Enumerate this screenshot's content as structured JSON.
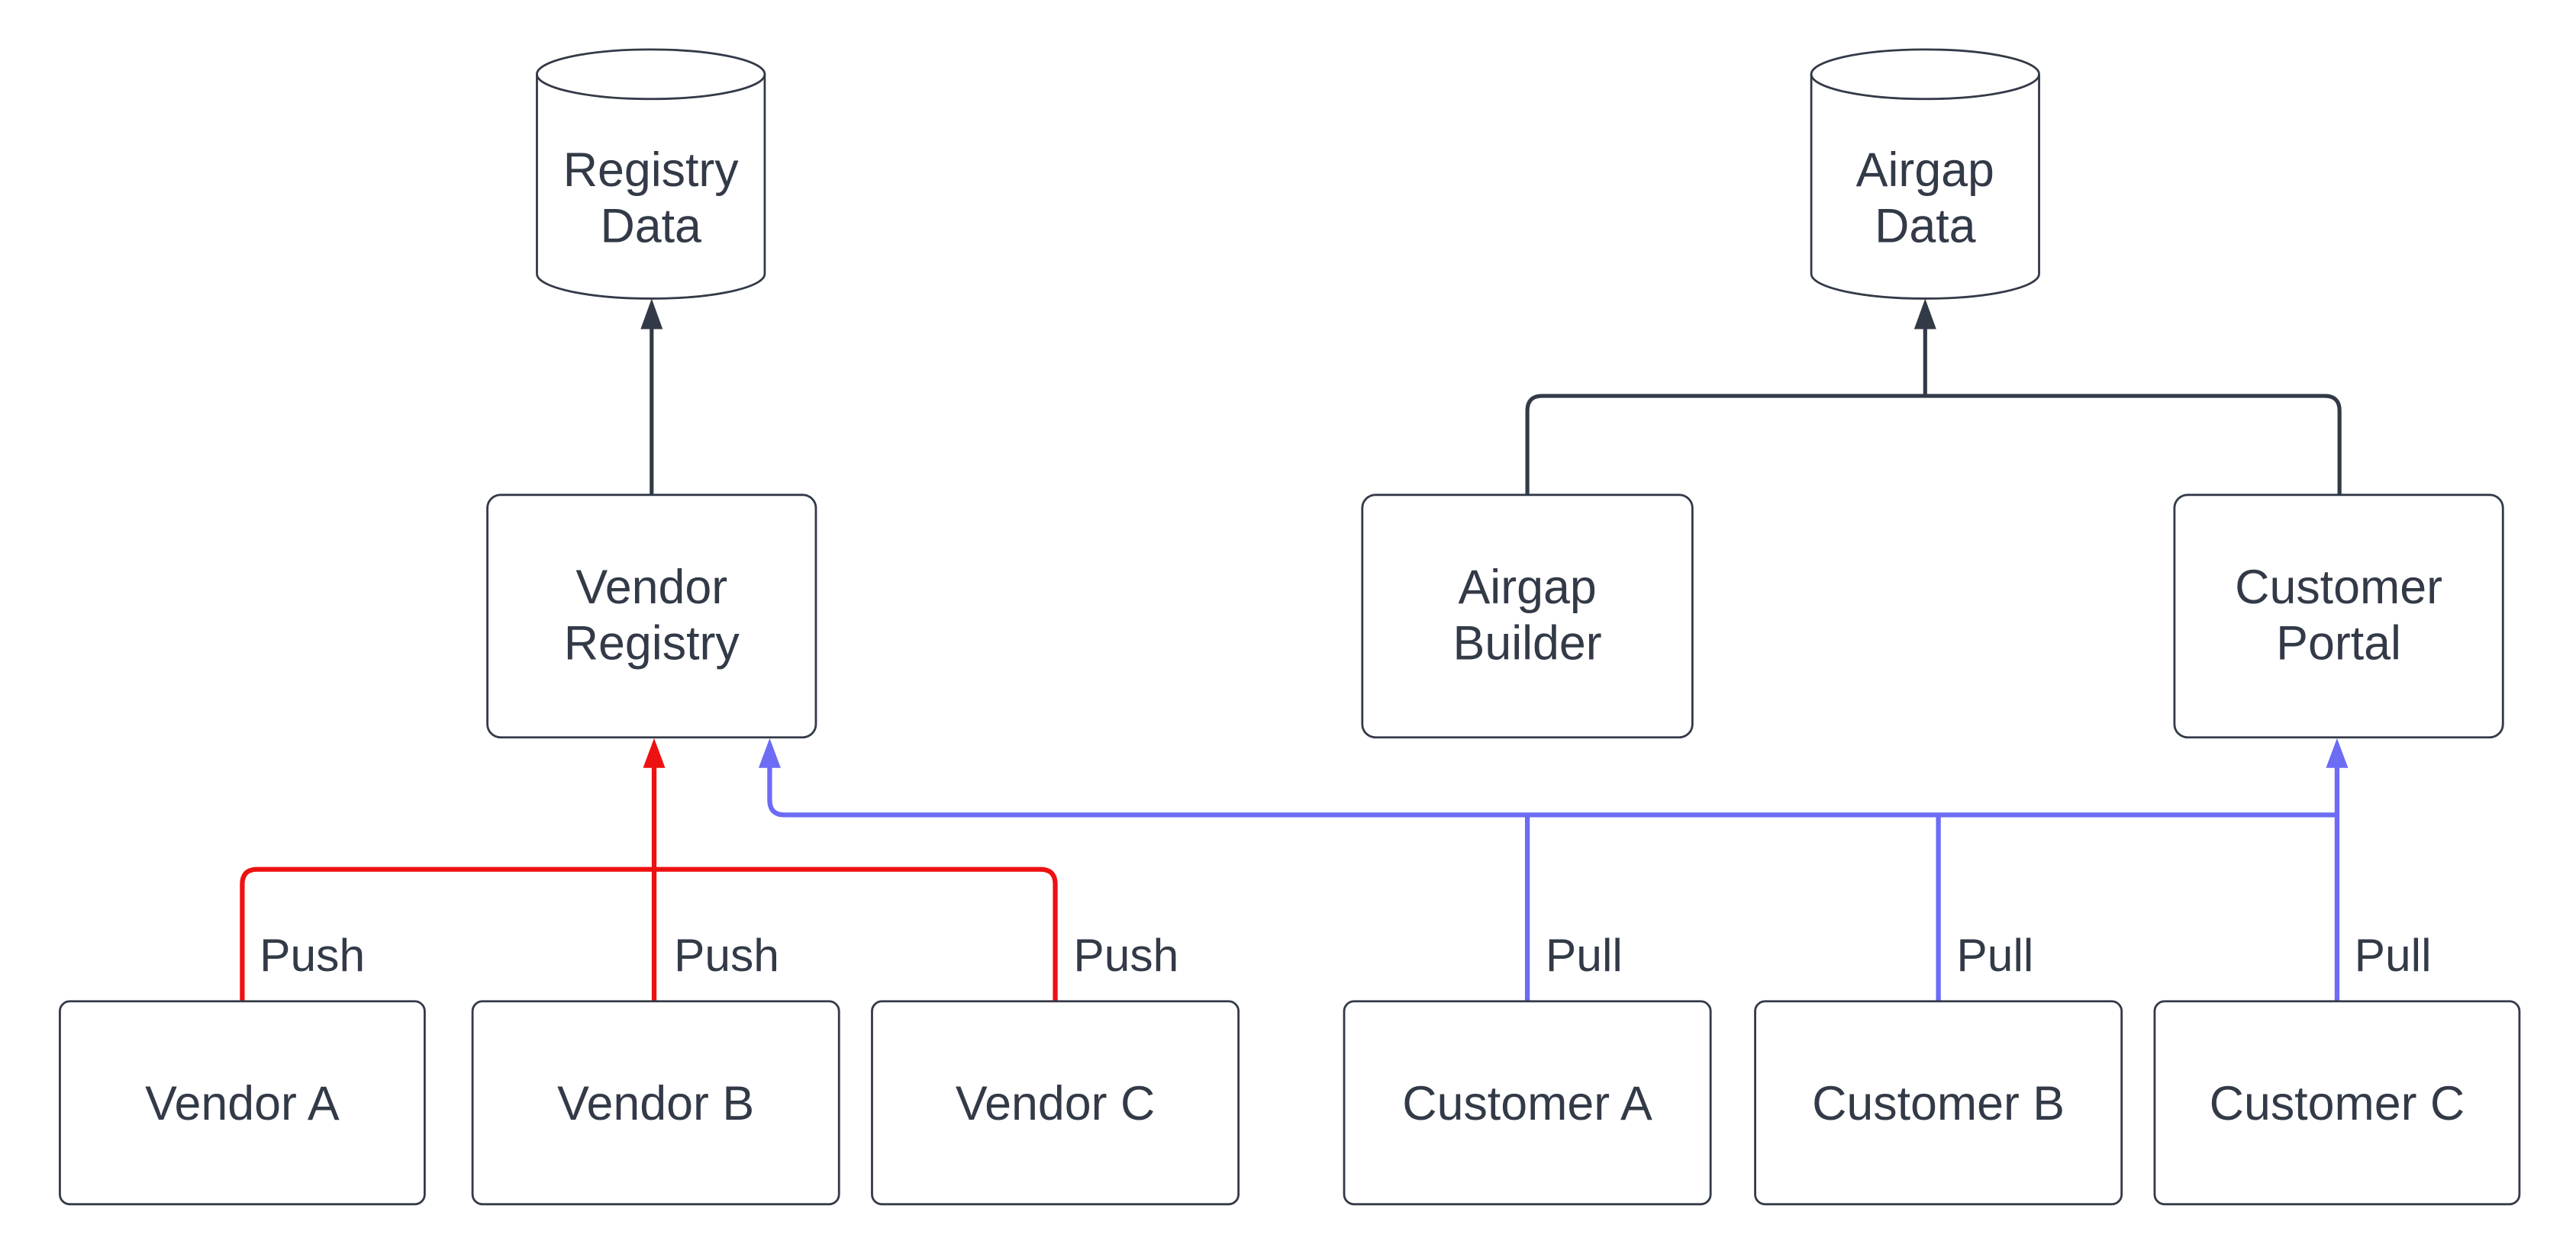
{
  "diagram": {
    "colors": {
      "ink": "#333a47",
      "edge_dark": "#333a47",
      "edge_push": "#ee1111",
      "edge_pull": "#6c6cf5",
      "node_fill": "#ffffff",
      "background": "#ffffff"
    },
    "nodes": {
      "registry_data": {
        "type": "cylinder",
        "lines": [
          "Registry",
          "Data"
        ]
      },
      "airgap_data": {
        "type": "cylinder",
        "lines": [
          "Airgap",
          "Data"
        ]
      },
      "vendor_registry": {
        "type": "box",
        "lines": [
          "Vendor",
          "Registry"
        ]
      },
      "airgap_builder": {
        "type": "box",
        "lines": [
          "Airgap",
          "Builder"
        ]
      },
      "customer_portal": {
        "type": "box",
        "lines": [
          "Customer",
          "Portal"
        ]
      },
      "vendor_a": {
        "type": "box",
        "lines": [
          "Vendor A"
        ]
      },
      "vendor_b": {
        "type": "box",
        "lines": [
          "Vendor B"
        ]
      },
      "vendor_c": {
        "type": "box",
        "lines": [
          "Vendor C"
        ]
      },
      "customer_a": {
        "type": "box",
        "lines": [
          "Customer A"
        ]
      },
      "customer_b": {
        "type": "box",
        "lines": [
          "Customer B"
        ]
      },
      "customer_c": {
        "type": "box",
        "lines": [
          "Customer C"
        ]
      }
    },
    "edges": [
      {
        "from": "vendor_a",
        "to": "vendor_registry",
        "label": "Push",
        "color": "#ee1111"
      },
      {
        "from": "vendor_b",
        "to": "vendor_registry",
        "label": "Push",
        "color": "#ee1111"
      },
      {
        "from": "vendor_c",
        "to": "vendor_registry",
        "label": "Push",
        "color": "#ee1111"
      },
      {
        "from": "customer_a",
        "to": "customer_portal_and_vendor_registry",
        "label": "Pull",
        "color": "#6c6cf5"
      },
      {
        "from": "customer_b",
        "to": "customer_portal_and_vendor_registry",
        "label": "Pull",
        "color": "#6c6cf5"
      },
      {
        "from": "customer_c",
        "to": "customer_portal_and_vendor_registry",
        "label": "Pull",
        "color": "#6c6cf5"
      },
      {
        "from": "vendor_registry",
        "to": "registry_data",
        "label": "",
        "color": "#333a47"
      },
      {
        "from": "airgap_builder",
        "to": "airgap_data",
        "label": "",
        "color": "#333a47"
      },
      {
        "from": "customer_portal",
        "to": "airgap_data",
        "label": "",
        "color": "#333a47"
      }
    ]
  }
}
